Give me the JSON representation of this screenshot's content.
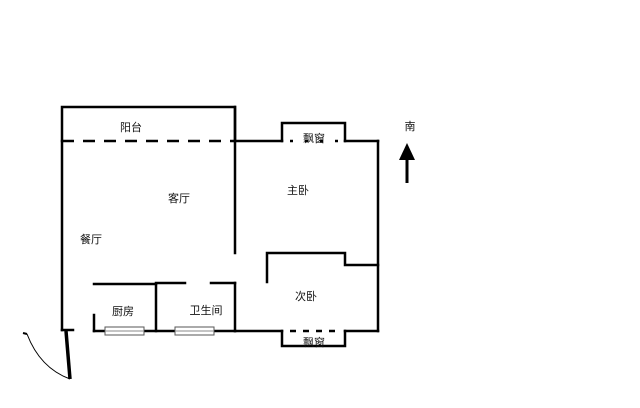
{
  "rooms": {
    "balcony": "阳台",
    "living_room": "客厅",
    "dining_room": "餐厅",
    "master_bedroom": "主卧",
    "second_bedroom": "次卧",
    "kitchen": "厨房",
    "bathroom": "卫生间",
    "bay_window_top": "飘窗",
    "bay_window_bottom": "飘窗"
  },
  "compass": {
    "label": "南",
    "icon": "arrow-up-icon"
  }
}
